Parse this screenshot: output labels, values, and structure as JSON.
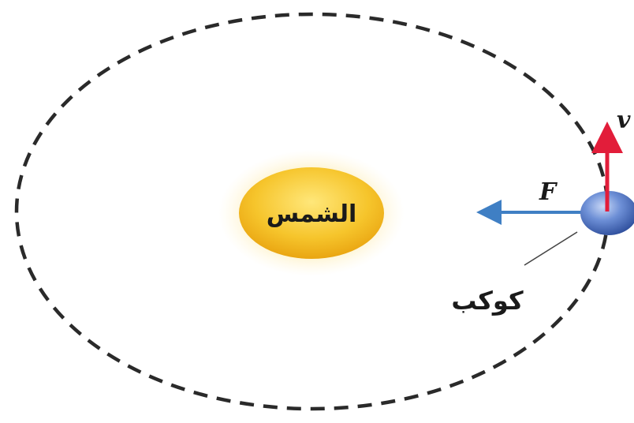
{
  "labels": {
    "sun": "الشمس",
    "planet": "كوكب",
    "force": "F",
    "velocity": "v"
  },
  "colors": {
    "orbit": "#2a2a2a",
    "sun_core": "#f3b318",
    "sun_glow": "#fde9a6",
    "planet": "#5577c8",
    "force_arrow": "#3f7fc4",
    "velocity_arrow": "#e21d3a"
  },
  "icons": {
    "sun": "sun-icon",
    "planet": "planet-icon"
  }
}
